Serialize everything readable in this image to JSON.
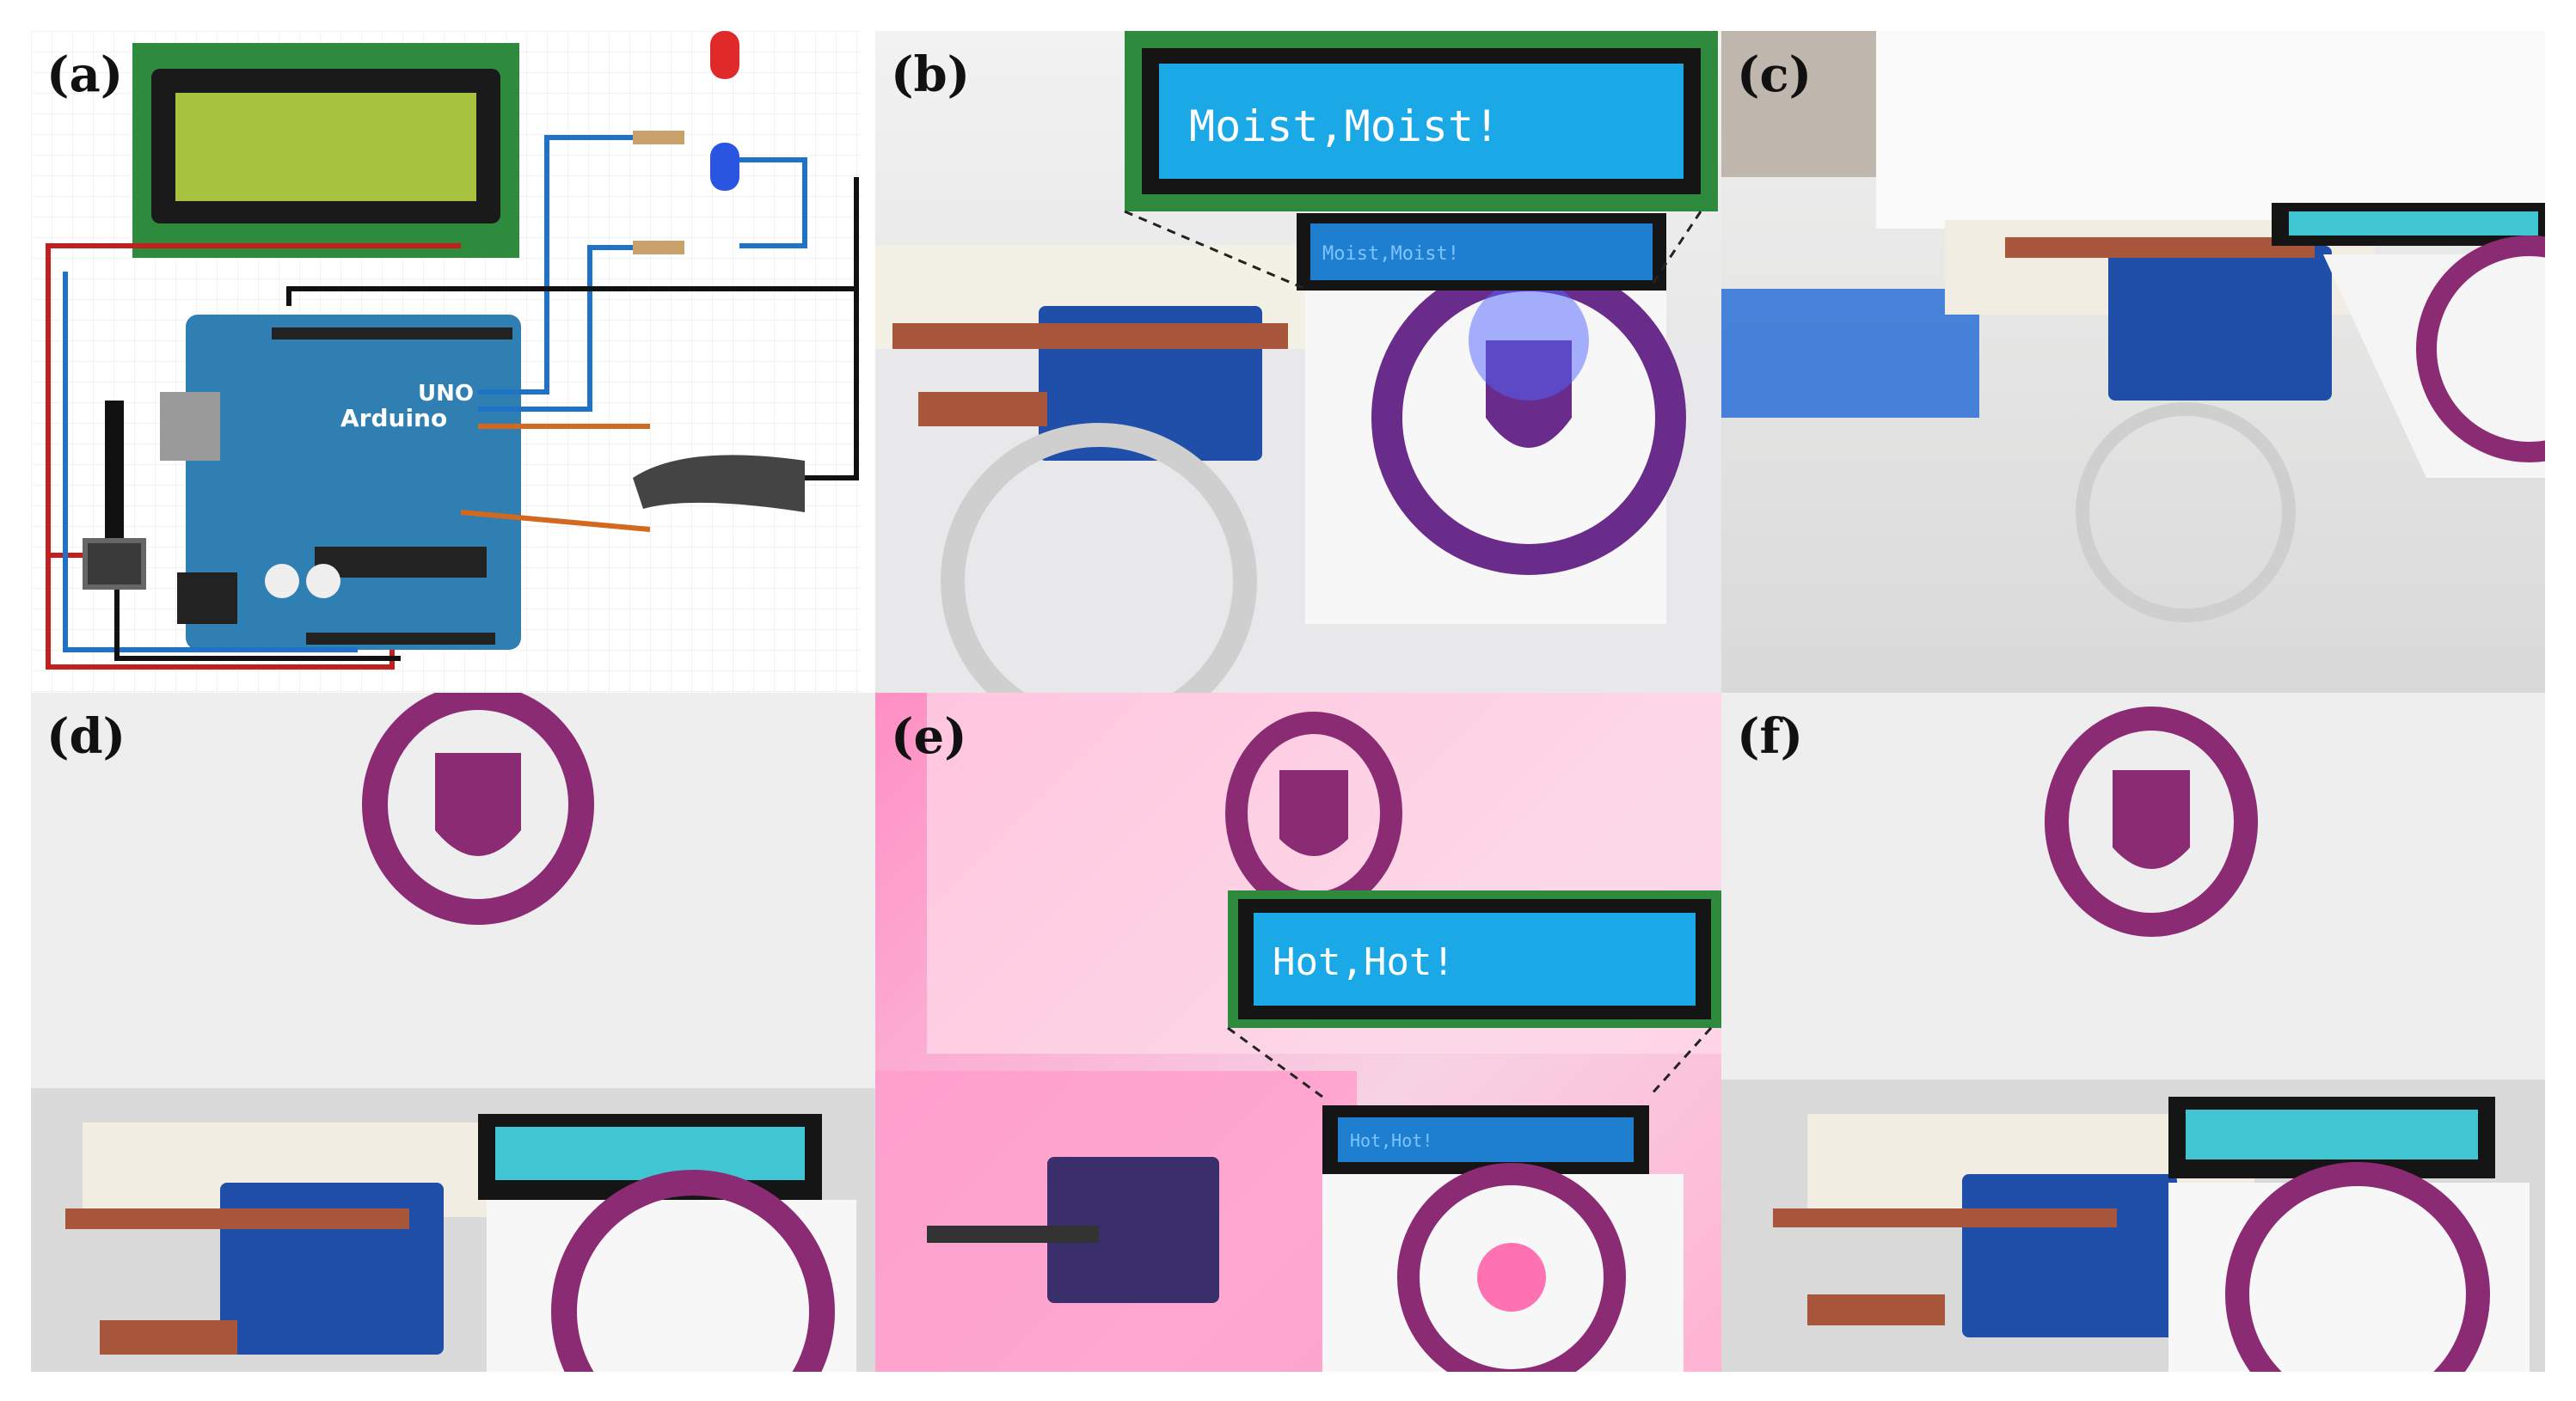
{
  "panels": {
    "a": {
      "label": "(a)"
    },
    "b": {
      "label": "(b)",
      "lcd_text": "Moist,Moist!",
      "small_lcd_text": "Moist,Moist!"
    },
    "c": {
      "label": "(c)"
    },
    "d": {
      "label": "(d)"
    },
    "e": {
      "label": "(e)",
      "lcd_text": "Hot,Hot!",
      "small_lcd_text": "Hot,Hot!"
    },
    "f": {
      "label": "(f)"
    }
  },
  "schematic": {
    "lcd_color": "#a7c23e",
    "board_color": "#2f7fb3",
    "board_brand": "Arduino",
    "board_model": "UNO",
    "led_colors": [
      "#e02a2a",
      "#2a55e0"
    ],
    "wire_colors": [
      "#c21f1f",
      "#1e73c8",
      "#111111",
      "#d2691e"
    ]
  },
  "colors": {
    "lcd_blue": "#1aa8e6",
    "lcd_bezel": "#151515",
    "emblem_purple": "#8b2b73",
    "sensor_blue": "#1f4fa8",
    "pink_glow": "#ff6fb0"
  },
  "icons": [
    "lcd-module-icon",
    "arduino-board-icon",
    "potentiometer-icon",
    "led-icon",
    "resistor-icon",
    "flex-sensor-icon",
    "university-emblem-icon"
  ]
}
